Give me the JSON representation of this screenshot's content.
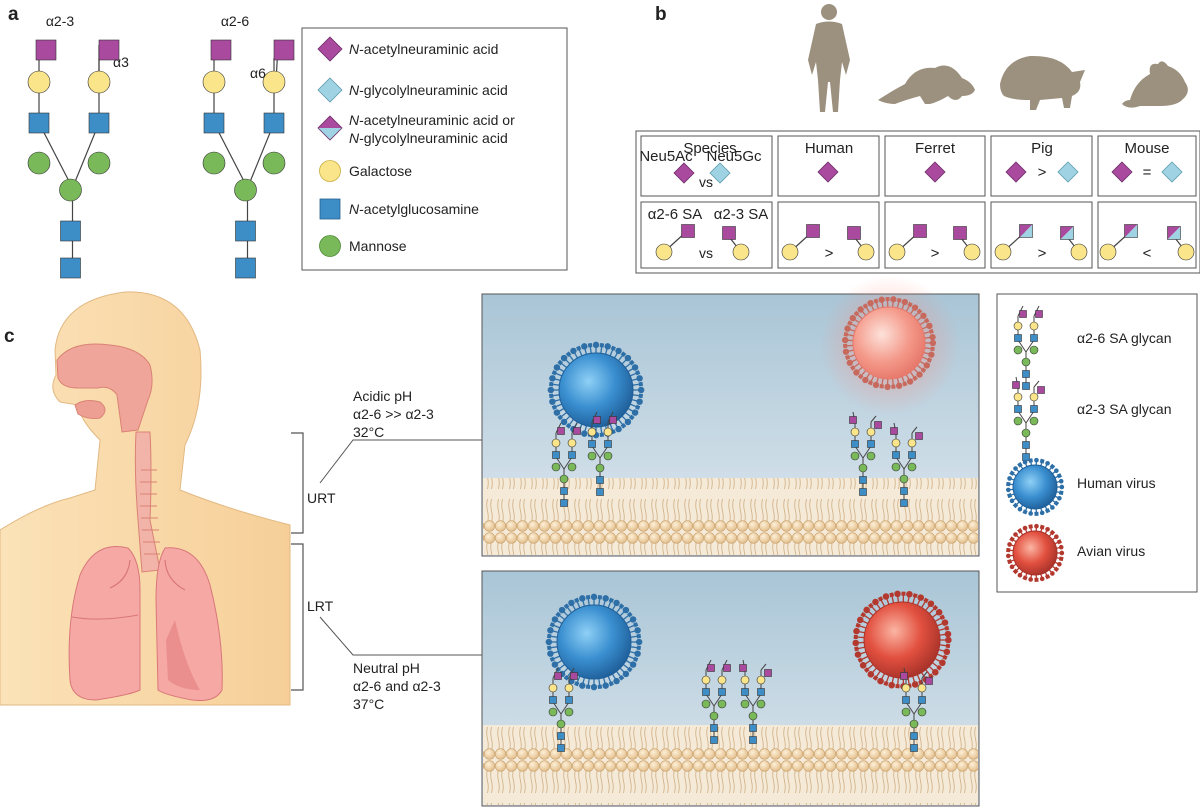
{
  "colors": {
    "neu5ac": "#a94a9e",
    "neu5gc": "#9fd3e3",
    "galactose": "#fbe58a",
    "glcnac": "#3d8ec7",
    "mannose": "#79b95a",
    "human_virus": "#3a8fd0",
    "avian_virus": "#e2503f"
  },
  "panel_a": {
    "letter": "a",
    "glycan_left_title": "α2-3",
    "glycan_left_link": "α3",
    "glycan_right_title": "α2-6",
    "glycan_right_link": "α6",
    "legend": [
      {
        "icon": "diamond-purple",
        "italic": "N",
        "text": "-acetylneuraminic acid"
      },
      {
        "icon": "diamond-blue",
        "italic": "N",
        "text": "-glycolylneuraminic acid"
      },
      {
        "icon": "diamond-split",
        "italic": "N",
        "text": "-acetylneuraminic acid or",
        "italic2": "N",
        "text2": "-glycolylneuraminic acid"
      },
      {
        "icon": "circle-yellow",
        "italic": "",
        "text": "Galactose"
      },
      {
        "icon": "square-blue",
        "italic": "N",
        "text": "-acetylglucosamine"
      },
      {
        "icon": "circle-green",
        "italic": "",
        "text": "Mannose"
      }
    ]
  },
  "panel_b": {
    "letter": "b",
    "header_species": "Species",
    "species": [
      "Human",
      "Ferret",
      "Pig",
      "Mouse"
    ],
    "row1_left_a": "Neu5Ac",
    "row1_left_b": "Neu5Gc",
    "row1_vs": "vs",
    "row1_ops": [
      "",
      "",
      ">",
      "="
    ],
    "row2_left_a": "α2-6 SA",
    "row2_left_b": "α2-3 SA",
    "row2_vs": "vs",
    "row2_ops": [
      ">",
      ">",
      ">",
      "<"
    ]
  },
  "panel_c": {
    "letter": "c",
    "urt_label": "URT",
    "lrt_label": "LRT",
    "urt_lines": [
      "Acidic pH",
      "α2-6 >> α2-3",
      "32°C"
    ],
    "lrt_lines": [
      "Neutral pH",
      "α2-6 and α2-3",
      "37°C"
    ],
    "legend": [
      "α2-6 SA glycan",
      "α2-3 SA glycan",
      "Human virus",
      "Avian virus"
    ]
  }
}
